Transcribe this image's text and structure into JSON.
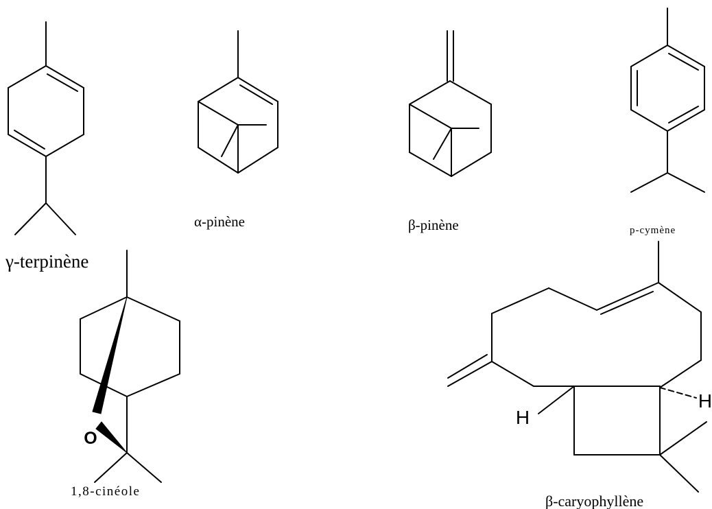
{
  "molecules": {
    "gamma_terpinene": {
      "name": "γ-terpinène"
    },
    "alpha_pinene": {
      "name": "α-pinène"
    },
    "beta_pinene": {
      "name": "β-pinène"
    },
    "p_cymene": {
      "name": "p-cymène"
    },
    "cineole": {
      "name": "1,8-cinéole",
      "oxygen": "O"
    },
    "beta_caryophyllene": {
      "name": "β-caryophyllène",
      "hydrogen_left": "H",
      "hydrogen_right": "H"
    }
  },
  "colors": {
    "ink": "#000000",
    "background": "#ffffff"
  }
}
